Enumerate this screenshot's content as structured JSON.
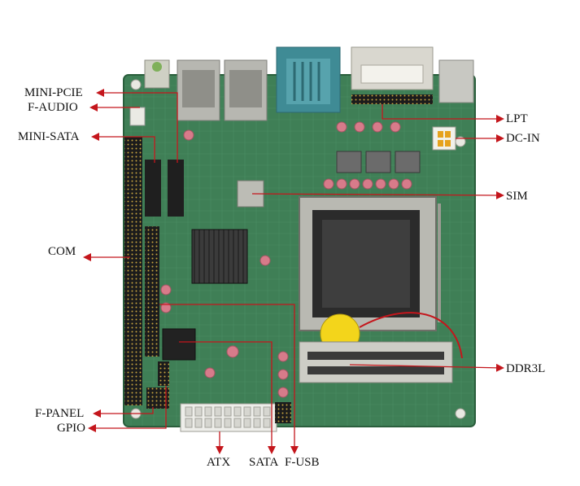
{
  "labels": {
    "mini_pcie": "MINI-PCIE",
    "f_audio": "F-AUDIO",
    "mini_sata": "MINI-SATA",
    "com": "COM",
    "f_panel": "F-PANEL",
    "gpio": "GPIO",
    "atx": "ATX",
    "sata": "SATA",
    "f_usb": "F-USB",
    "lpt": "LPT",
    "dc_in": "DC-IN",
    "sim": "SIM",
    "ddr3l": "DDR3L"
  },
  "colors": {
    "pcb": "#3f7f56",
    "pcb_dark": "#2f6744",
    "leader": "#c4161c",
    "serial_port": "#3f8b95",
    "dvi_port": "#d9d7cf",
    "heatsink": "#2a2a2a",
    "capacitor": "#d77b8a"
  },
  "icons": {
    "arrow": "red-arrow-icon"
  }
}
